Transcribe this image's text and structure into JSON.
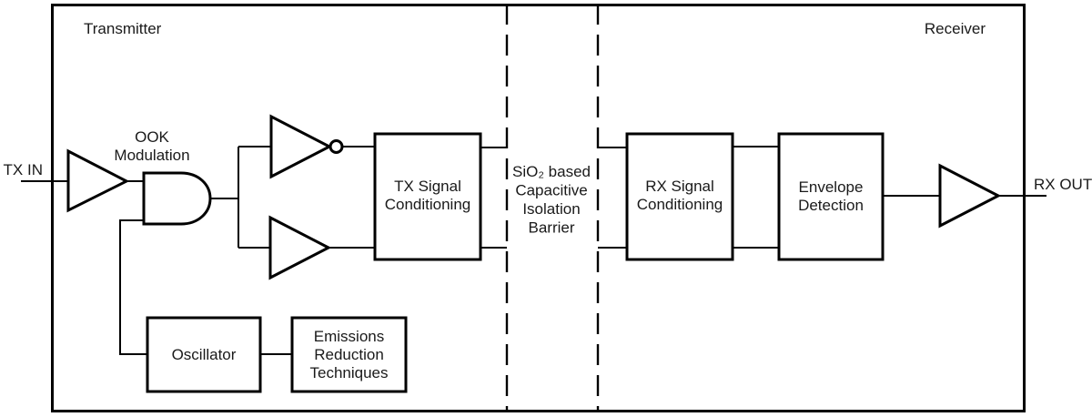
{
  "diagram": {
    "title_labels": {
      "transmitter": "Transmitter",
      "receiver": "Receiver"
    },
    "ports": {
      "tx_in": "TX IN",
      "rx_out": "RX OUT"
    },
    "gates": {
      "ook_modulation": {
        "line1": "OOK",
        "line2": "Modulation"
      }
    },
    "barrier": {
      "line1": "SiO₂ based",
      "line2": "Capacitive",
      "line3": "Isolation",
      "line4": "Barrier"
    },
    "blocks": {
      "tx_signal": {
        "line1": "TX Signal",
        "line2": "Conditioning"
      },
      "rx_signal": {
        "line1": "RX Signal",
        "line2": "Conditioning"
      },
      "envelope": {
        "line1": "Envelope",
        "line2": "Detection"
      },
      "oscillator": {
        "line1": "Oscillator"
      },
      "emissions": {
        "line1": "Emissions",
        "line2": "Reduction",
        "line3": "Techniques"
      }
    },
    "colors": {
      "line": "#000000",
      "text": "#1a1a1a",
      "background": "#ffffff"
    }
  }
}
